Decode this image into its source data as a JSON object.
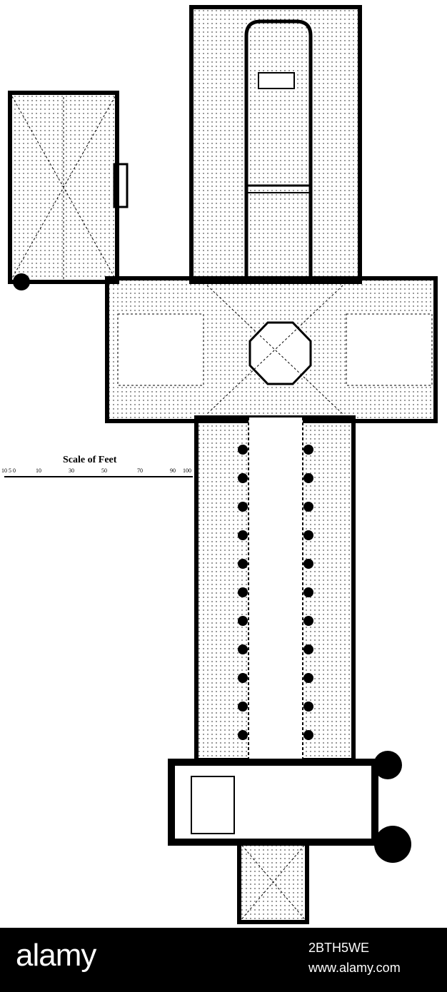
{
  "scale": {
    "title": "Scale of Feet",
    "ticks": [
      "10 5 0",
      "10",
      "30",
      "50",
      "70",
      "90",
      "100"
    ]
  },
  "footer": {
    "brand": "alamy",
    "image_id": "2BTH5WE",
    "url": "www.alamy.com"
  },
  "colors": {
    "ink": "#000000",
    "paper": "#ffffff",
    "footer_bg": "#000000"
  }
}
